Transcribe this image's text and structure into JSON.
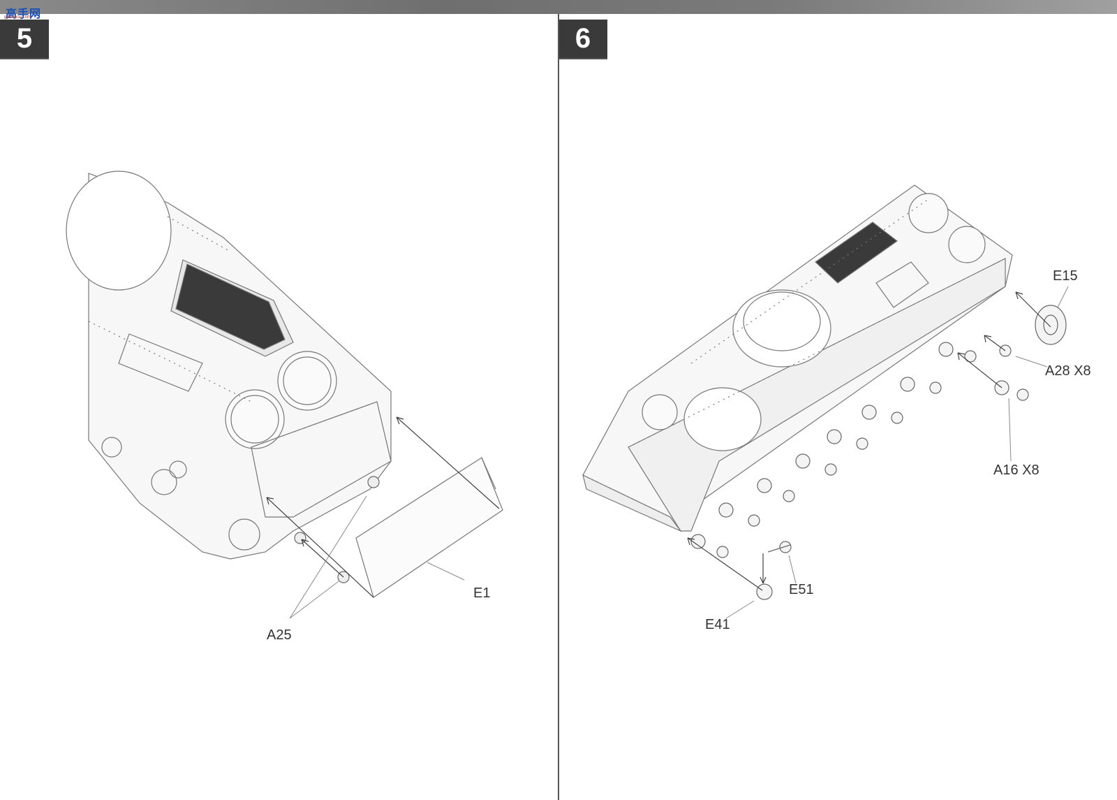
{
  "watermark": {
    "logo_text": "高手网",
    "url_text": "gao-shou.com"
  },
  "steps": [
    {
      "number": "5",
      "callouts": [
        "E1",
        "A25"
      ]
    },
    {
      "number": "6",
      "callouts": [
        "E15",
        "A28 X8",
        "A16 X8",
        "E51",
        "E41"
      ]
    }
  ]
}
